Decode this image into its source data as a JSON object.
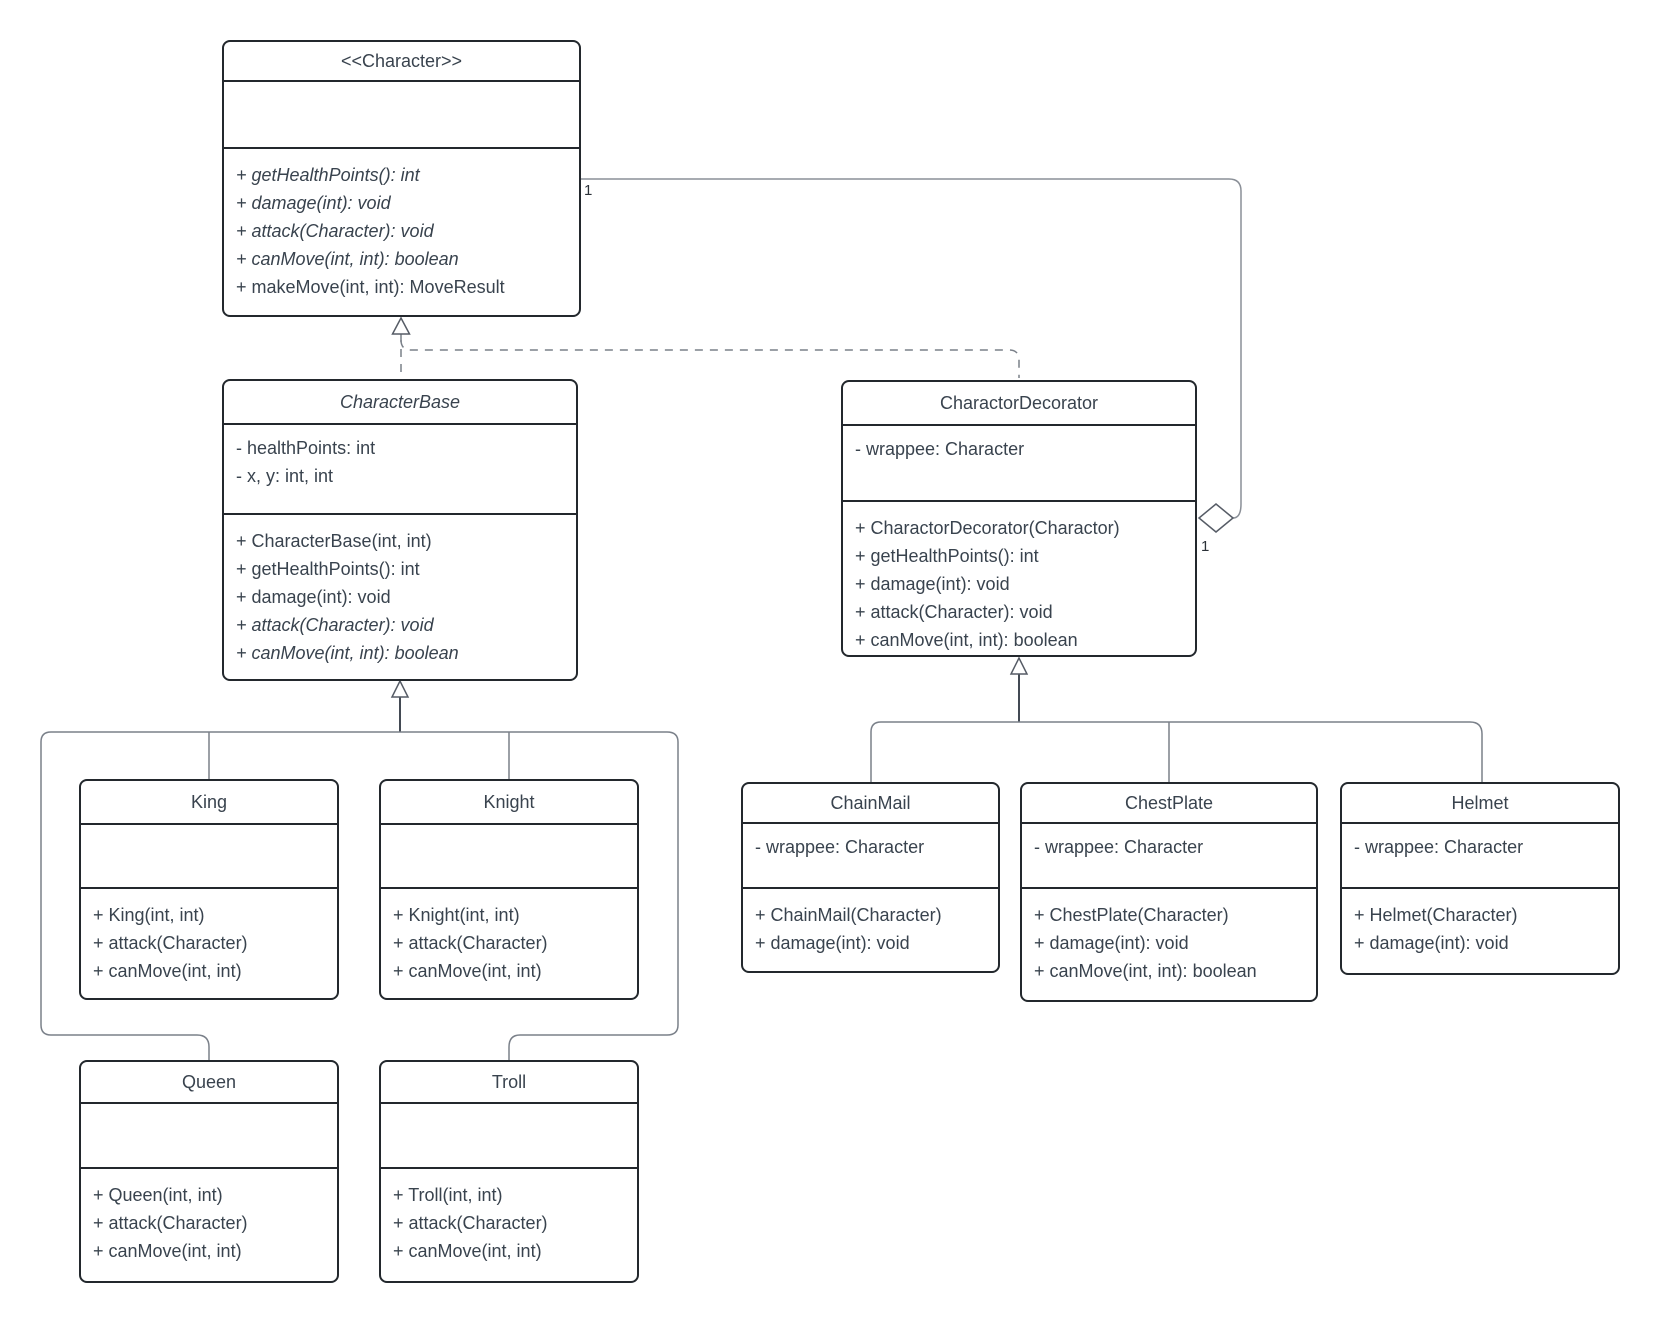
{
  "diagram": {
    "colors": {
      "background": "#ffffff",
      "box_border": "#23282d",
      "text": "#39434e",
      "connector": "#7a8089"
    },
    "multiplicities": {
      "character_end": "1",
      "decorator_end": "1"
    },
    "classes": [
      {
        "key": "character",
        "title": "<<Character>>",
        "title_italic": false,
        "attributes": [],
        "methods": [
          {
            "text": "+ getHealthPoints(): int",
            "italic": true
          },
          {
            "text": "+ damage(int): void",
            "italic": true
          },
          {
            "text": "+ attack(Character): void",
            "italic": true
          },
          {
            "text": "+ canMove(int, int): boolean",
            "italic": true
          },
          {
            "text": "+ makeMove(int, int): MoveResult",
            "italic": false
          }
        ]
      },
      {
        "key": "character-base",
        "title": "CharacterBase",
        "title_italic": true,
        "attributes": [
          {
            "text": "- healthPoints: int",
            "italic": false
          },
          {
            "text": "- x, y: int, int",
            "italic": false
          }
        ],
        "methods": [
          {
            "text": "+ CharacterBase(int, int)",
            "italic": false
          },
          {
            "text": "+ getHealthPoints(): int",
            "italic": false
          },
          {
            "text": "+ damage(int): void",
            "italic": false
          },
          {
            "text": "+ attack(Character): void",
            "italic": true
          },
          {
            "text": "+ canMove(int, int): boolean",
            "italic": true
          }
        ]
      },
      {
        "key": "charactor-decorator",
        "title": "CharactorDecorator",
        "title_italic": false,
        "attributes": [
          {
            "text": "- wrappee: Character",
            "italic": false
          }
        ],
        "methods": [
          {
            "text": "+ CharactorDecorator(Charactor)",
            "italic": false
          },
          {
            "text": "+ getHealthPoints(): int",
            "italic": false
          },
          {
            "text": "+ damage(int): void",
            "italic": false
          },
          {
            "text": "+ attack(Character): void",
            "italic": false
          },
          {
            "text": "+ canMove(int, int): boolean",
            "italic": false
          }
        ]
      },
      {
        "key": "king",
        "title": "King",
        "title_italic": false,
        "attributes": [],
        "methods": [
          {
            "text": "+ King(int, int)",
            "italic": false
          },
          {
            "text": "+ attack(Character)",
            "italic": false
          },
          {
            "text": "+ canMove(int, int)",
            "italic": false
          }
        ]
      },
      {
        "key": "knight",
        "title": "Knight",
        "title_italic": false,
        "attributes": [],
        "methods": [
          {
            "text": "+ Knight(int, int)",
            "italic": false
          },
          {
            "text": "+ attack(Character)",
            "italic": false
          },
          {
            "text": "+ canMove(int, int)",
            "italic": false
          }
        ]
      },
      {
        "key": "chain-mail",
        "title": "ChainMail",
        "title_italic": false,
        "attributes": [
          {
            "text": "- wrappee: Character",
            "italic": false
          }
        ],
        "methods": [
          {
            "text": "+ ChainMail(Character)",
            "italic": false
          },
          {
            "text": "+ damage(int): void",
            "italic": false
          }
        ]
      },
      {
        "key": "chest-plate",
        "title": "ChestPlate",
        "title_italic": false,
        "attributes": [
          {
            "text": "- wrappee: Character",
            "italic": false
          }
        ],
        "methods": [
          {
            "text": "+ ChestPlate(Character)",
            "italic": false
          },
          {
            "text": "+ damage(int): void",
            "italic": false
          },
          {
            "text": "+ canMove(int, int): boolean",
            "italic": false
          }
        ]
      },
      {
        "key": "helmet",
        "title": "Helmet",
        "title_italic": false,
        "attributes": [
          {
            "text": "- wrappee: Character",
            "italic": false
          }
        ],
        "methods": [
          {
            "text": "+ Helmet(Character)",
            "italic": false
          },
          {
            "text": "+ damage(int): void",
            "italic": false
          }
        ]
      },
      {
        "key": "queen",
        "title": "Queen",
        "title_italic": false,
        "attributes": [],
        "methods": [
          {
            "text": "+ Queen(int, int)",
            "italic": false
          },
          {
            "text": "+ attack(Character)",
            "italic": false
          },
          {
            "text": "+ canMove(int, int)",
            "italic": false
          }
        ]
      },
      {
        "key": "troll",
        "title": "Troll",
        "title_italic": false,
        "attributes": [],
        "methods": [
          {
            "text": "+ Troll(int, int)",
            "italic": false
          },
          {
            "text": "+ attack(Character)",
            "italic": false
          },
          {
            "text": "+ canMove(int, int)",
            "italic": false
          }
        ]
      }
    ]
  }
}
